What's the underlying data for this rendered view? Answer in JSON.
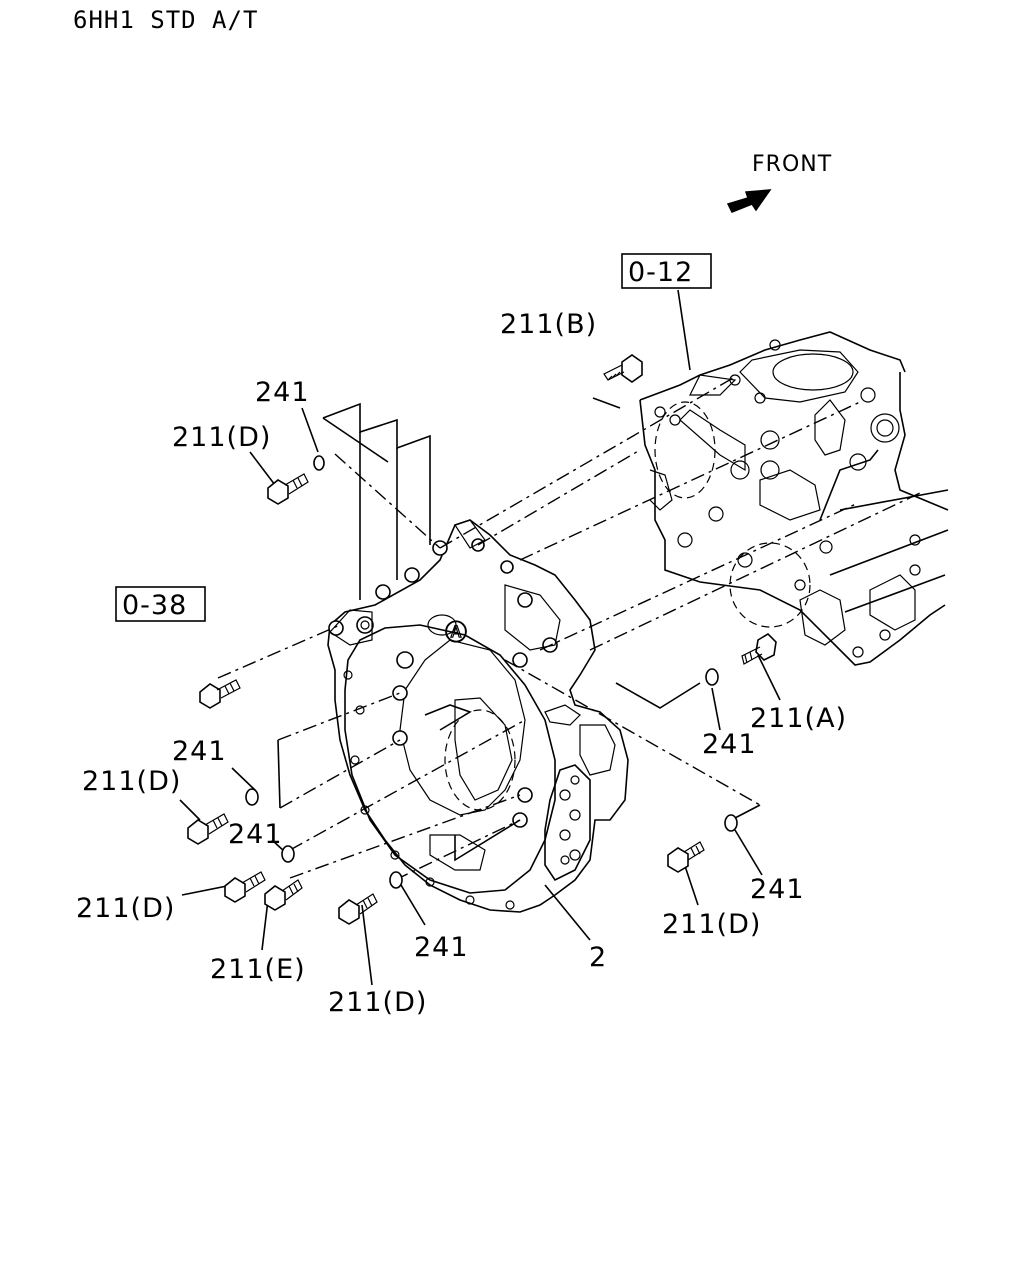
{
  "header": {
    "model": "6HH1 STD A/T"
  },
  "orientation": {
    "front_label": "FRONT"
  },
  "refs": {
    "ref_012": "0-12",
    "ref_038": "0-38"
  },
  "callouts": {
    "c211b": "211(B)",
    "c241_top": "241",
    "c211d_top": "211(D)",
    "c211a": "211(A)",
    "c241_right": "241",
    "c241_left": "241",
    "c211d_left": "211(D)",
    "c241_mid": "241",
    "c211d_lower": "211(D)",
    "c211e": "211(E)",
    "c241_bottom": "241",
    "c211d_bottom": "211(D)",
    "c2": "2",
    "c241_far": "241",
    "c211d_right": "211(D)"
  }
}
